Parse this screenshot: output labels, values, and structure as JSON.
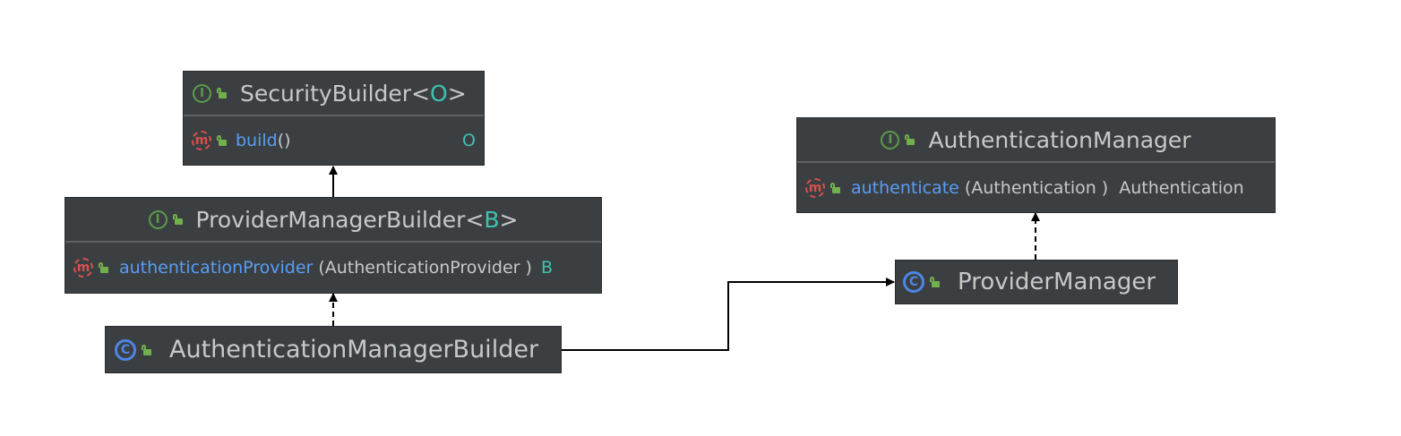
{
  "diagram": {
    "security_builder": {
      "icon": "interface-icon",
      "name": "SecurityBuilder",
      "type_param": "O",
      "method": {
        "icon": "method-icon",
        "name": "build",
        "params": "()",
        "return_type": "O"
      }
    },
    "provider_manager_builder": {
      "icon": "interface-icon",
      "name": "ProviderManagerBuilder",
      "type_param": "B",
      "method": {
        "icon": "method-icon",
        "name": "authenticationProvider",
        "params": "(AuthenticationProvider )",
        "return_type": "B"
      }
    },
    "authentication_manager_builder": {
      "icon": "class-icon",
      "name": "AuthenticationManagerBuilder"
    },
    "authentication_manager": {
      "icon": "interface-icon",
      "name": "AuthenticationManager",
      "method": {
        "icon": "method-icon",
        "name": "authenticate",
        "params": "(Authentication )",
        "return_type": "Authentication"
      }
    },
    "provider_manager": {
      "icon": "class-icon",
      "name": "ProviderManager"
    },
    "colors": {
      "node_background": "#3c3f41",
      "interface_icon": "#5b9c4a",
      "method_icon": "#d9504c",
      "class_icon": "#4d86e4",
      "type_param": "#3ec2b1",
      "method_name": "#589df6"
    }
  }
}
